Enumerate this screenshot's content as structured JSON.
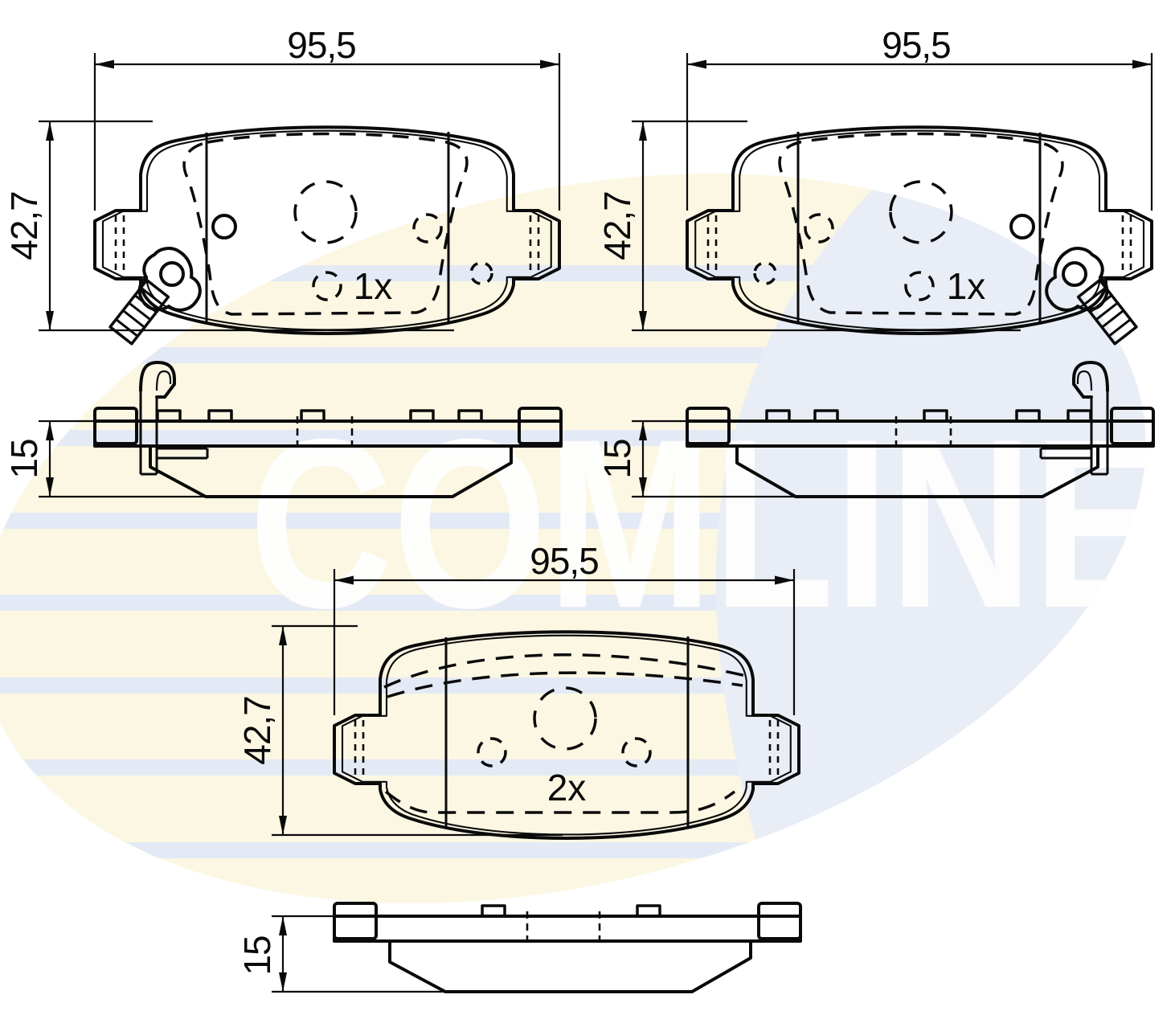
{
  "dims": {
    "width": "95,5",
    "height": "42,7",
    "thickness": "15"
  },
  "labels": {
    "sensored_qty": "1x",
    "plain_qty": "2x"
  },
  "watermark": {
    "text": "COMLINE",
    "cream": "#fbf7e3",
    "stripe_blue": "#e4eaf5",
    "swoosh_blue": "#e9edf6",
    "text_color": "#ffffff"
  },
  "line_color": "#0a0a0a"
}
